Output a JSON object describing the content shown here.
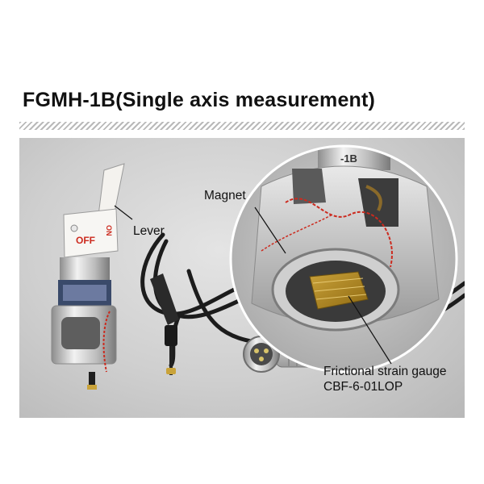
{
  "title": "FGMH-1B(Single axis measurement)",
  "labels": {
    "magnet": "Magnet",
    "lever": "Lever",
    "gauge_line1": "Frictional strain gauge",
    "gauge_line2": "CBF-6-01LOP"
  },
  "device_markings": {
    "lever_on": "ON",
    "lever_off": "OFF",
    "body_mark": "-1B"
  },
  "colors": {
    "accent_red": "#cc2a1e",
    "background": "#ffffff",
    "hatch": "#b9b9b9"
  }
}
